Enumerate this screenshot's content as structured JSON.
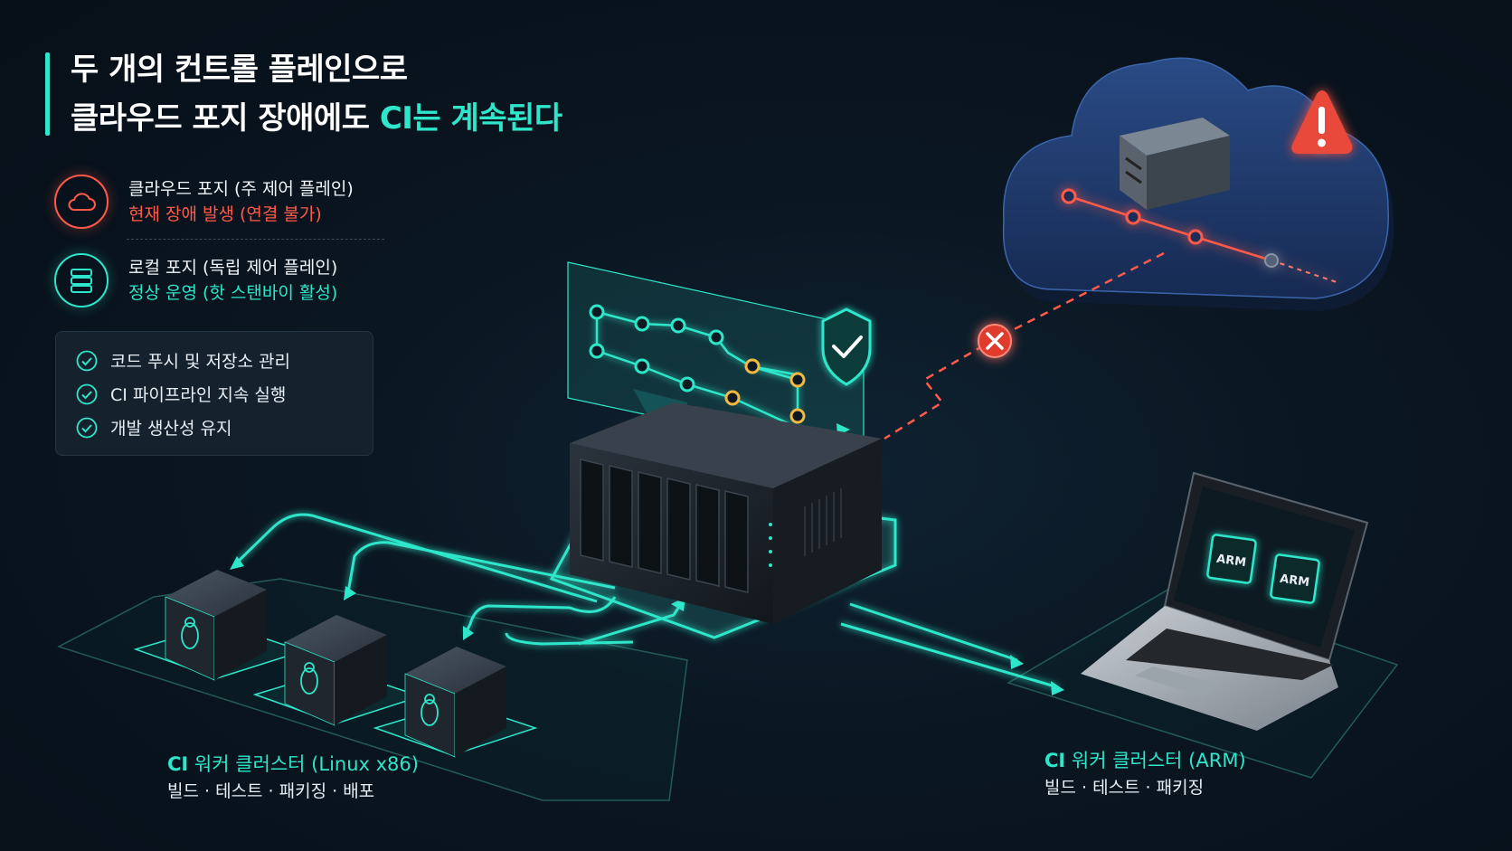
{
  "title": {
    "line1": "두 개의 컨트롤 플레인으로",
    "line2_prefix": "클라우드 포지 장애에도 ",
    "line2_accent": "CI는 계속된다"
  },
  "status": {
    "cloud": {
      "name": "클라우드 포지 (주 제어 플레인)",
      "state": "현재 장애 발생 (연결 불가)",
      "icon": "cloud-icon",
      "color": "#ff5a4a"
    },
    "local": {
      "name": "로컬 포지 (독립 제어 플레인)",
      "state": "정상 운영 (핫 스탠바이 활성)",
      "icon": "server-stack-icon",
      "color": "#2ee6c9"
    }
  },
  "checklist": [
    "코드 푸시 및 저장소 관리",
    "CI 파이프라인 지속 실행",
    "개발 생산성 유지"
  ],
  "clusters": {
    "linux": {
      "title_strong": "CI",
      "title_rest": " 워커 클러스터 (Linux x86)",
      "subtitle": "빌드 · 테스트 · 패키징 · 배포"
    },
    "arm": {
      "title_strong": "CI",
      "title_rest": " 워커 클러스터 (ARM)",
      "subtitle": "빌드 · 테스트 · 패키징",
      "chip_labels": [
        "ARM",
        "ARM"
      ]
    }
  },
  "colors": {
    "accent": "#2ee6c9",
    "alert": "#ff5a4a",
    "pipeline_warn": "#f5b940",
    "background": "#0a1621"
  }
}
